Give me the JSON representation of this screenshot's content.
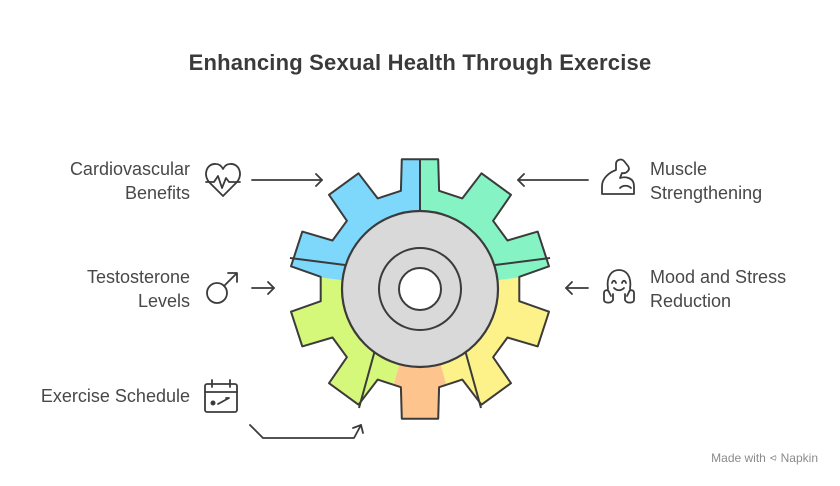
{
  "title": "Enhancing Sexual Health Through Exercise",
  "items": [
    {
      "line1": "Cardiovascular",
      "line2": "Benefits",
      "icon": "heart-pulse-icon",
      "color": "#7dd8fb"
    },
    {
      "line1": "Muscle",
      "line2": "Strengthening",
      "icon": "flexed-arm-icon",
      "color": "#86f3c4"
    },
    {
      "line1": "Testosterone",
      "line2": "Levels",
      "icon": "male-symbol-icon",
      "color": "#d5f77a"
    },
    {
      "line1": "Mood and Stress",
      "line2": "Reduction",
      "icon": "smiling-face-icon",
      "color": "#fdf18a"
    },
    {
      "line1": "Exercise Schedule",
      "line2": "",
      "icon": "calendar-icon",
      "color": "#fdc48e"
    }
  ],
  "footer": {
    "made_with": "Made with",
    "brand": "Napkin"
  }
}
